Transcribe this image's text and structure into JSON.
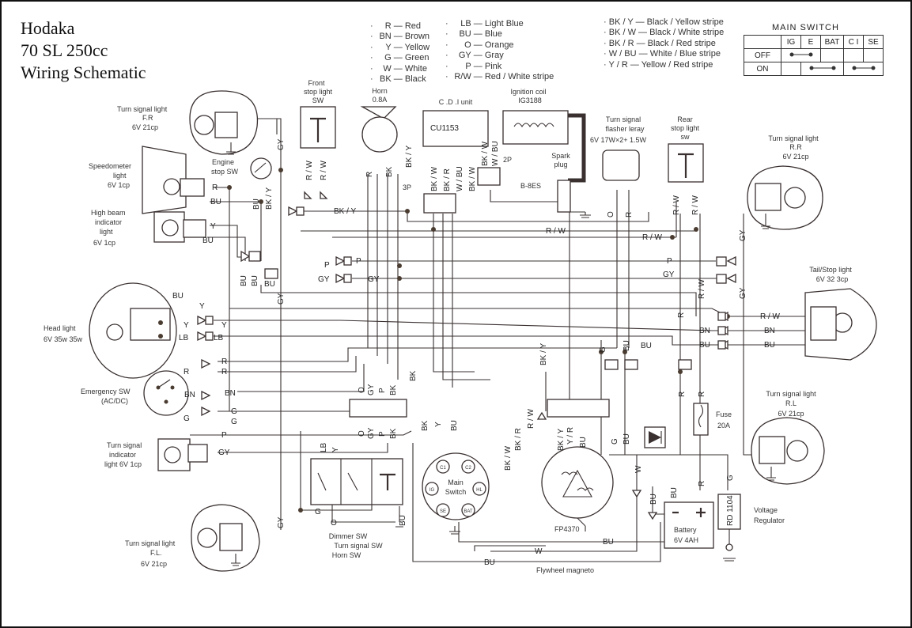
{
  "title": {
    "line1": "Hodaka",
    "line2": "70 SL 250cc",
    "line3": "Wiring Schematic"
  },
  "color_legend_a": [
    {
      "code": "R",
      "name": "Red"
    },
    {
      "code": "BN",
      "name": "Brown"
    },
    {
      "code": "Y",
      "name": "Yellow"
    },
    {
      "code": "G",
      "name": "Green"
    },
    {
      "code": "W",
      "name": "White"
    },
    {
      "code": "BK",
      "name": "Black"
    }
  ],
  "color_legend_b": [
    {
      "code": "LB",
      "name": "Light Blue"
    },
    {
      "code": "BU",
      "name": "Blue"
    },
    {
      "code": "O",
      "name": "Orange"
    },
    {
      "code": "GY",
      "name": "Gray"
    },
    {
      "code": "P",
      "name": "Pink"
    },
    {
      "code": "R/W",
      "name": "Red / White stripe"
    }
  ],
  "color_legend_c": [
    {
      "code": "BK / Y",
      "name": "Black / Yellow stripe"
    },
    {
      "code": "BK / W",
      "name": "Black / White stripe"
    },
    {
      "code": "BK / R",
      "name": "Black / Red stripe"
    },
    {
      "code": "W / BU",
      "name": "White / Blue stripe"
    },
    {
      "code": "Y / R",
      "name": "Yellow / Red stripe"
    }
  ],
  "main_switch_table": {
    "title": "MAIN SWITCH",
    "columns": [
      "IG",
      "E",
      "BAT",
      "C I",
      "SE"
    ],
    "rows": [
      {
        "label": "OFF",
        "links": [
          "IG",
          "E"
        ]
      },
      {
        "label": "ON",
        "links": [
          "E",
          "BAT",
          "C I",
          "SE"
        ]
      }
    ]
  },
  "components": {
    "turn_signal_fr": {
      "name": "Turn signal light",
      "pos": "F.R",
      "spec": "6V 21cp"
    },
    "speedometer": {
      "line1": "Speedometer",
      "line2": "light",
      "spec": "6V 1cp"
    },
    "high_beam": {
      "line1": "High beam",
      "line2": "indicator",
      "line3": "light",
      "spec": "6V 1cp"
    },
    "head_light": {
      "name": "Head light",
      "spec": "6V 35w 35w"
    },
    "emergency_sw": {
      "name": "Emergency SW",
      "spec": "(AC/DC)"
    },
    "turn_indicator": {
      "line1": "Turn signal",
      "line2": "indicator",
      "line3": "light 6V 1cp"
    },
    "turn_signal_fl": {
      "name": "Turn signal light",
      "pos": "F.L.",
      "spec": "6V 21cp"
    },
    "engine_stop": {
      "line1": "Engine",
      "line2": "stop SW"
    },
    "front_stop": {
      "line1": "Front",
      "line2": "stop light",
      "line3": "SW"
    },
    "horn": {
      "name": "Horn",
      "spec": "0.8A"
    },
    "cdi": {
      "name": "C .D .I unit",
      "part": "CU1153"
    },
    "ignition_coil": {
      "name": "Ignition coil",
      "part": "IG3188"
    },
    "spark_plug": {
      "line1": "Spark",
      "line2": "plug",
      "part": "B-8ES"
    },
    "flasher": {
      "line1": "Turn signal",
      "line2": "flasher leray",
      "spec": "6V 17W×2+ 1.5W"
    },
    "rear_stop": {
      "line1": "Rear",
      "line2": "stop light",
      "line3": "sw"
    },
    "turn_signal_rr": {
      "name": "Turn signal light",
      "pos": "R.R",
      "spec": "6V 21cp"
    },
    "tail_stop": {
      "name": "Tail/Stop light",
      "spec": "6V 32 3cp"
    },
    "turn_signal_rl": {
      "name": "Turn signal light",
      "pos": "R.L",
      "spec": "6V 21cp"
    },
    "fuse": {
      "name": "Fuse",
      "spec": "20A"
    },
    "battery": {
      "name": "Battery",
      "spec": "6V 4AH"
    },
    "regulator": {
      "part": "RD 1104",
      "line1": "Voltage",
      "line2": "Regulator"
    },
    "flywheel": {
      "name": "Flywheel magneto",
      "part": "FP4370"
    },
    "main_switch": {
      "line1": "Main",
      "line2": "Switch",
      "terminals": [
        "C1",
        "C2",
        "IG",
        "HL",
        "SE",
        "BAT"
      ]
    },
    "dimmer": {
      "line1": "Dimmer SW",
      "line2": "Turn signal SW",
      "line3": "Horn SW"
    },
    "connector_2p": "2P",
    "connector_3p": "3P"
  },
  "wire_labels": {
    "R": "R",
    "BU": "BU",
    "Y": "Y",
    "LB": "LB",
    "G": "G",
    "GY": "GY",
    "P": "P",
    "BN": "BN",
    "BK": "BK",
    "O": "O",
    "W": "W",
    "RW": "R / W",
    "BKY": "BK / Y",
    "BKW": "BK / W",
    "BKR": "BK / R",
    "WBU": "W / BU",
    "YR": "Y / R"
  }
}
